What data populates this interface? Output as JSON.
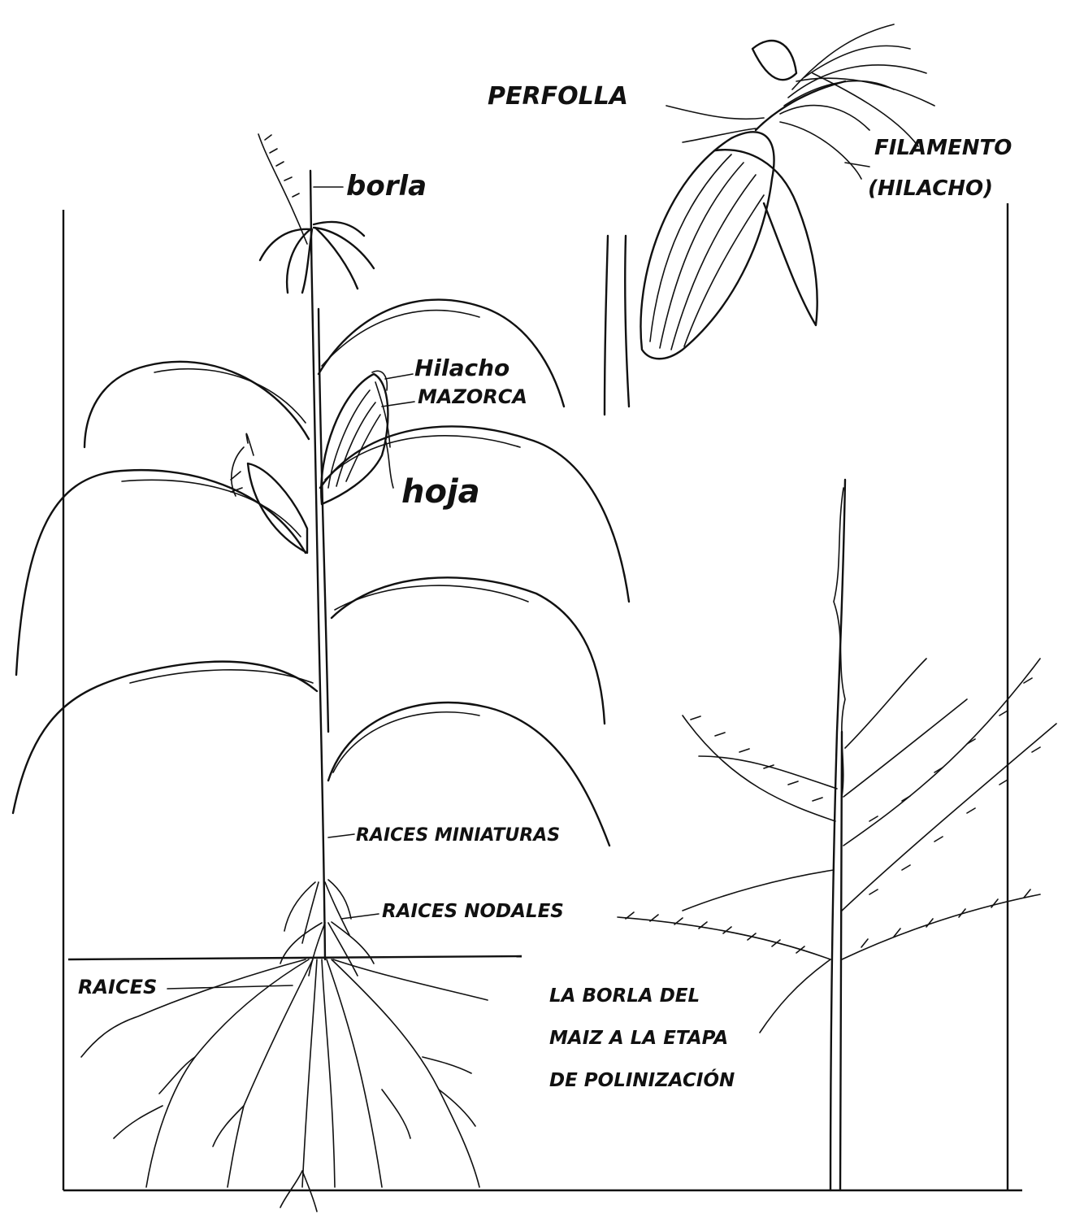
{
  "labels": {
    "perfolla": "PERFOLLA",
    "filamento_line1": "FILAMENTO",
    "filamento_line2": "(HILACHO)",
    "borla": "borla",
    "hilacho": "Hilacho",
    "mazorca": "MAZORCA",
    "hoja": "hoja",
    "raices_miniaturas": "RAICES MINIATURAS",
    "raices_nodales": "RAICES NODALES",
    "raices": "RAICES",
    "tassel_caption_line1": "LA BORLA DEL",
    "tassel_caption_line2": "MAIZ A LA ETAPA",
    "tassel_caption_line3": "DE POLINIZACIÓN"
  },
  "colors": {
    "ink": "#111111",
    "paper": "#ffffff"
  }
}
